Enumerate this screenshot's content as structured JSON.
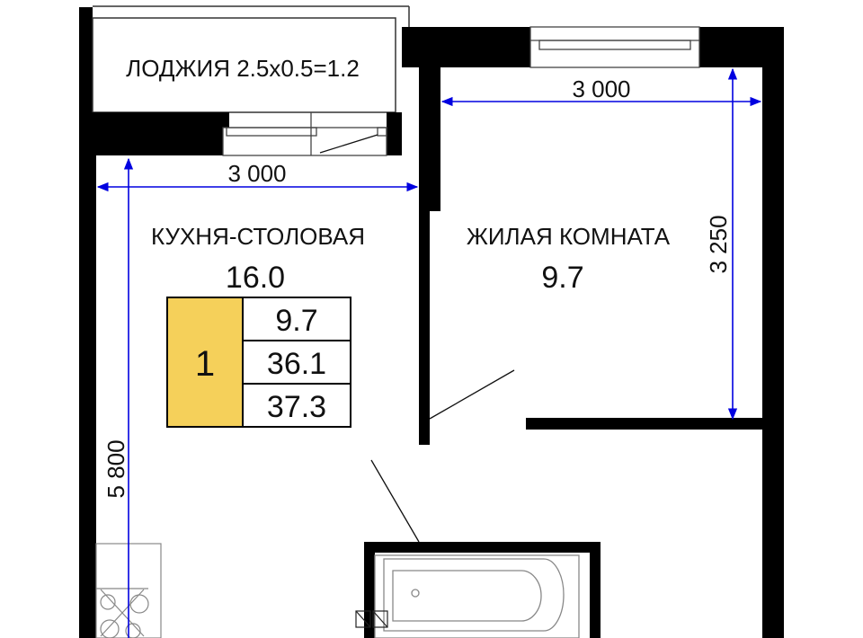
{
  "loggia": {
    "label": "ЛОДЖИЯ 2.5х0.5=1.2"
  },
  "kitchen": {
    "label": "КУХНЯ-СТОЛОВАЯ",
    "area": "16.0",
    "width_dim": "3 000",
    "length_dim": "5 800"
  },
  "living_room": {
    "label": "ЖИЛАЯ КОМНАТА",
    "area": "9.7",
    "width_dim": "3 000",
    "length_dim": "3 250"
  },
  "summary": {
    "rooms": "1",
    "living_area": "9.7",
    "total_area": "36.1",
    "total_with_loggia": "37.3"
  },
  "colors": {
    "wall": "#000000",
    "dimension": "#0000e0",
    "badge": "#f5d05a",
    "fixture": "#888888"
  }
}
